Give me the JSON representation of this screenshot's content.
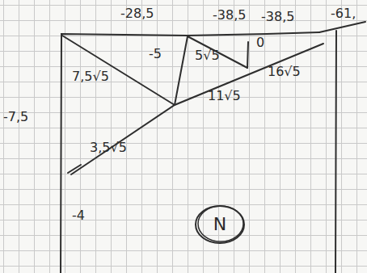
{
  "diagram": {
    "nodes": [
      {
        "text": [
          "N"
        ]
      }
    ],
    "labels": [
      "-28,5",
      "-38,5",
      "-38,5",
      "-61,",
      "-5",
      "5√5",
      "0",
      "16√5",
      "7,5√5",
      "11√5",
      "-7,5",
      "3,5√5",
      "-4"
    ]
  }
}
